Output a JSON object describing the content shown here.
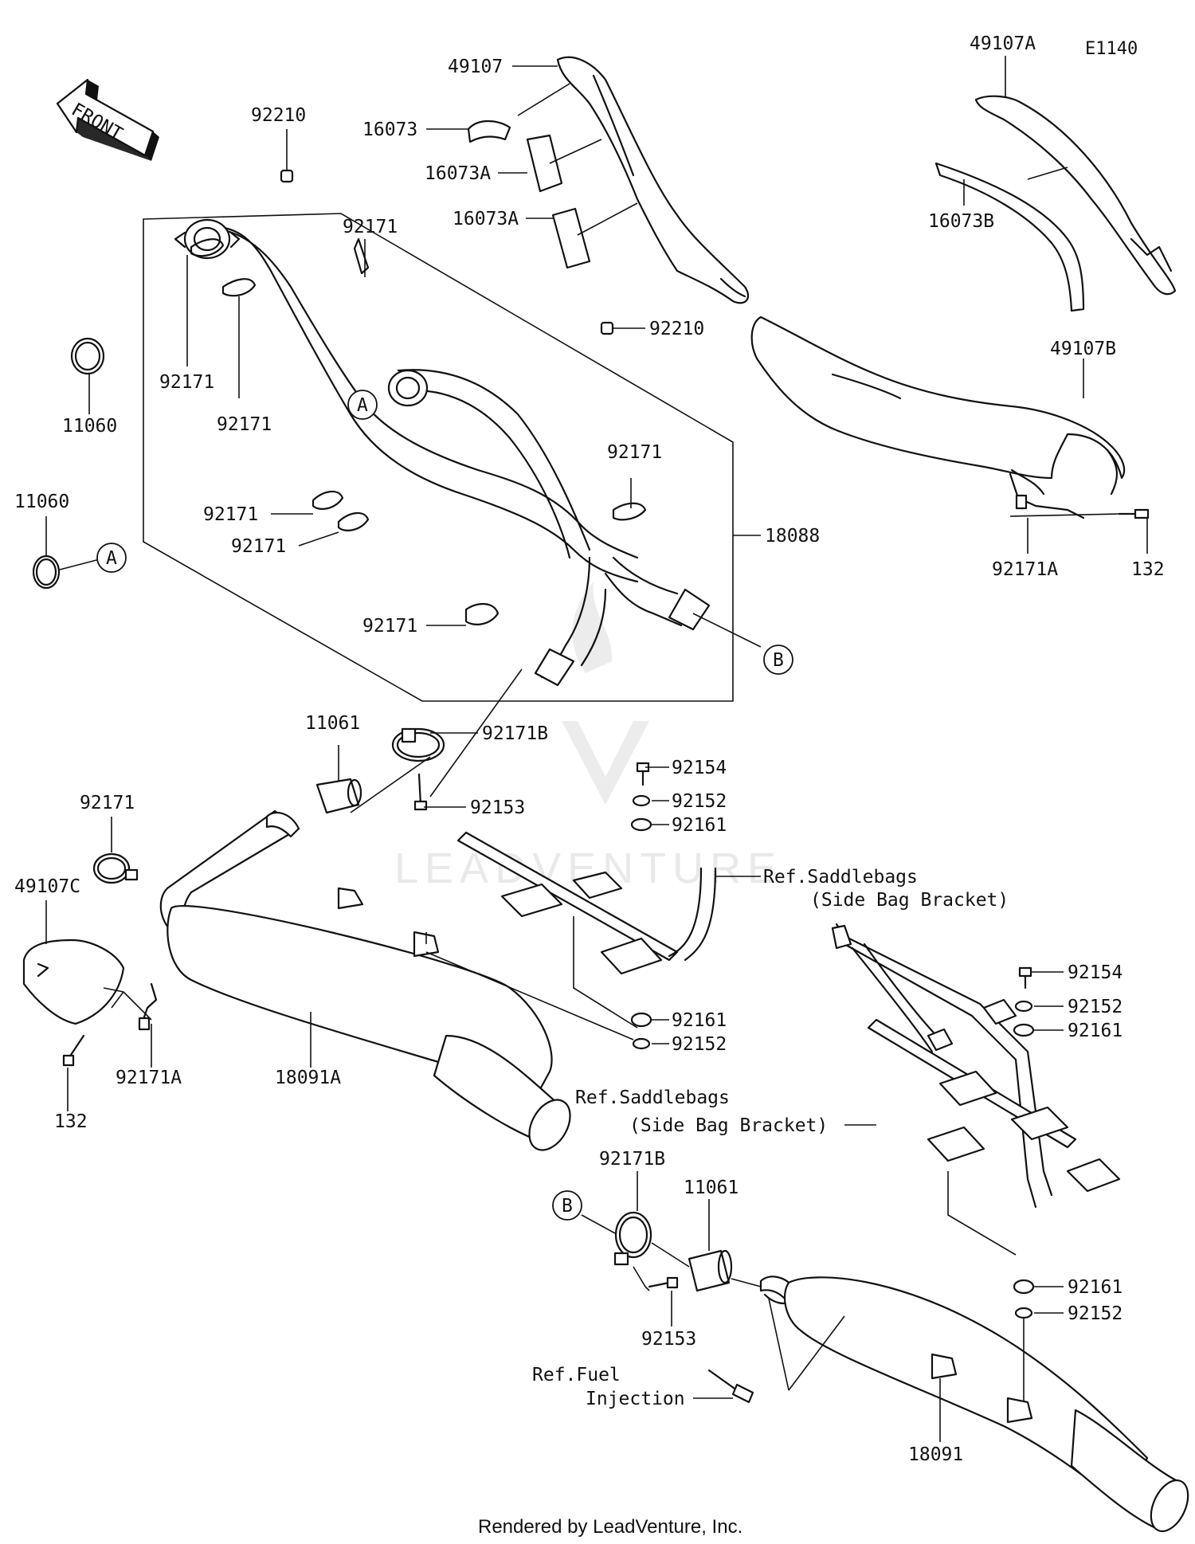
{
  "diagram_code": "E1140",
  "front_arrow": "FRONT",
  "watermark": "LEADVENTURE",
  "footer": "Rendered by LeadVenture, Inc.",
  "callouts": {
    "a1": "A",
    "a2": "A",
    "b1": "B",
    "b2": "B"
  },
  "labels": {
    "p49107": "49107",
    "p16073": "16073",
    "p16073A_1": "16073A",
    "p16073A_2": "16073A",
    "p49107A": "49107A",
    "p16073B": "16073B",
    "p49107B": "49107B",
    "p92171A_r": "92171A",
    "p132_r": "132",
    "p92210_1": "92210",
    "p92210_2": "92210",
    "p11060_1": "11060",
    "p11060_2": "11060",
    "p92171_a": "92171",
    "p92171_b": "92171",
    "p92171_c": "92171",
    "p92171_d": "92171",
    "p92171_e": "92171",
    "p92171_f": "92171",
    "p92171_g": "92171",
    "p18088": "18088",
    "p11061_1": "11061",
    "p92171B_1": "92171B",
    "p92153_1": "92153",
    "p92154_1": "92154",
    "p92152_1": "92152",
    "p92161_1": "92161",
    "ref_saddle_1a": "Ref.Saddlebags",
    "ref_saddle_1b": "(Side Bag Bracket)",
    "p92171_h": "92171",
    "p49107C": "49107C",
    "p92161_2": "92161",
    "p92152_2": "92152",
    "p92171A_l": "92171A",
    "p18091A": "18091A",
    "p132_l": "132",
    "p92154_2": "92154",
    "p92152_3": "92152",
    "p92161_3": "92161",
    "ref_saddle_2a": "Ref.Saddlebags",
    "ref_saddle_2b": "(Side Bag Bracket)",
    "p92171B_2": "92171B",
    "p11061_2": "11061",
    "p92153_2": "92153",
    "p92161_4": "92161",
    "p92152_4": "92152",
    "ref_fuel_a": "Ref.Fuel",
    "ref_fuel_b": "Injection",
    "p18091": "18091"
  }
}
